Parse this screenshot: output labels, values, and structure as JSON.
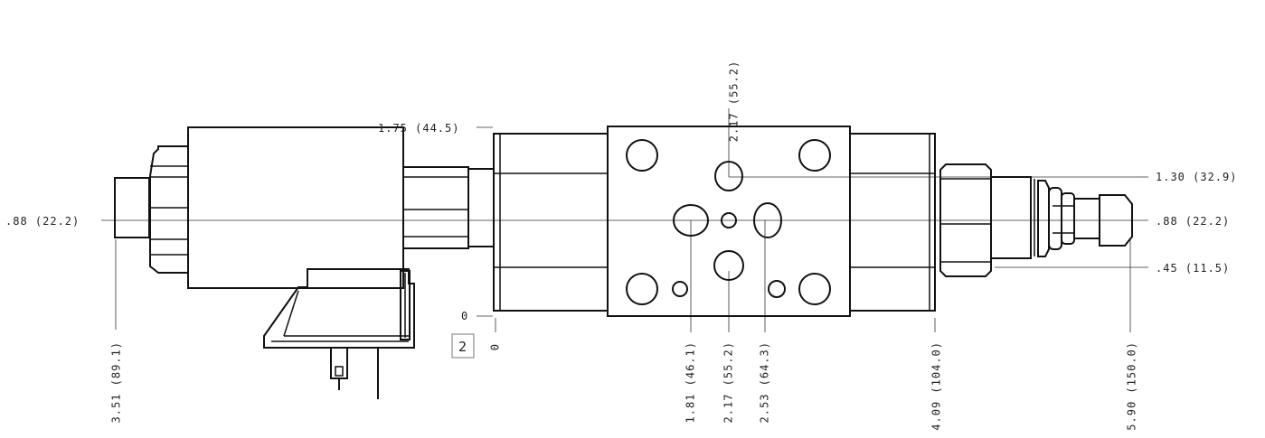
{
  "dimensions": {
    "top_2_17": "2.17 (55.2)",
    "left_1_75": "1.75 (44.5)",
    "right_1_30": "1.30 (32.9)",
    "left_0_88": ".88 (22.2)",
    "right_0_88": ".88 (22.2)",
    "right_0_45": ".45 (11.5)",
    "zero_h": "0",
    "zero_v": "0",
    "b_3_51": "3.51 (89.1)",
    "b_1_81": "1.81 (46.1)",
    "b_2_17": "2.17 (55.2)",
    "b_2_53": "2.53 (64.3)",
    "b_4_09": "4.09 (104.0)",
    "b_5_90": "5.90 (150.0)"
  },
  "callout": "2"
}
